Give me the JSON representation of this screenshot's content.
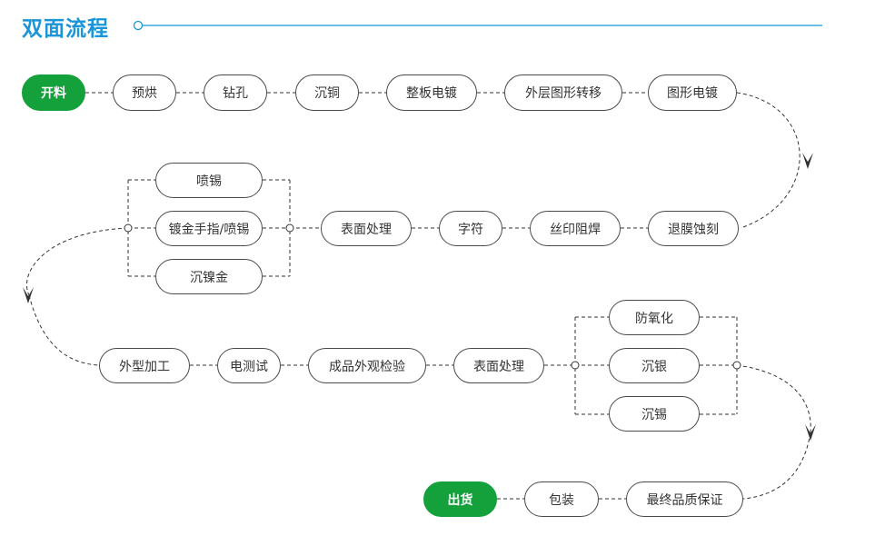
{
  "title": "双面流程",
  "colors": {
    "title": "#1a95d9",
    "start_end": "#14a03a",
    "line": "#333333",
    "border": "#4a4a4a"
  },
  "row1": [
    "开料",
    "预烘",
    "钻孔",
    "沉铜",
    "整板电镀",
    "外层图形转移",
    "图形电镀"
  ],
  "row2": {
    "branches": [
      "喷锡",
      "镀金手指/喷锡",
      "沉镍金"
    ],
    "steps": [
      "表面处理",
      "字符",
      "丝印阻焊",
      "退膜蚀刻"
    ]
  },
  "row3": {
    "steps": [
      "外型加工",
      "电测试",
      "成品外观检验",
      "表面处理"
    ],
    "branches": [
      "防氧化",
      "沉银",
      "沉锡"
    ]
  },
  "row4": [
    "出货",
    "包装",
    "最终品质保证"
  ]
}
